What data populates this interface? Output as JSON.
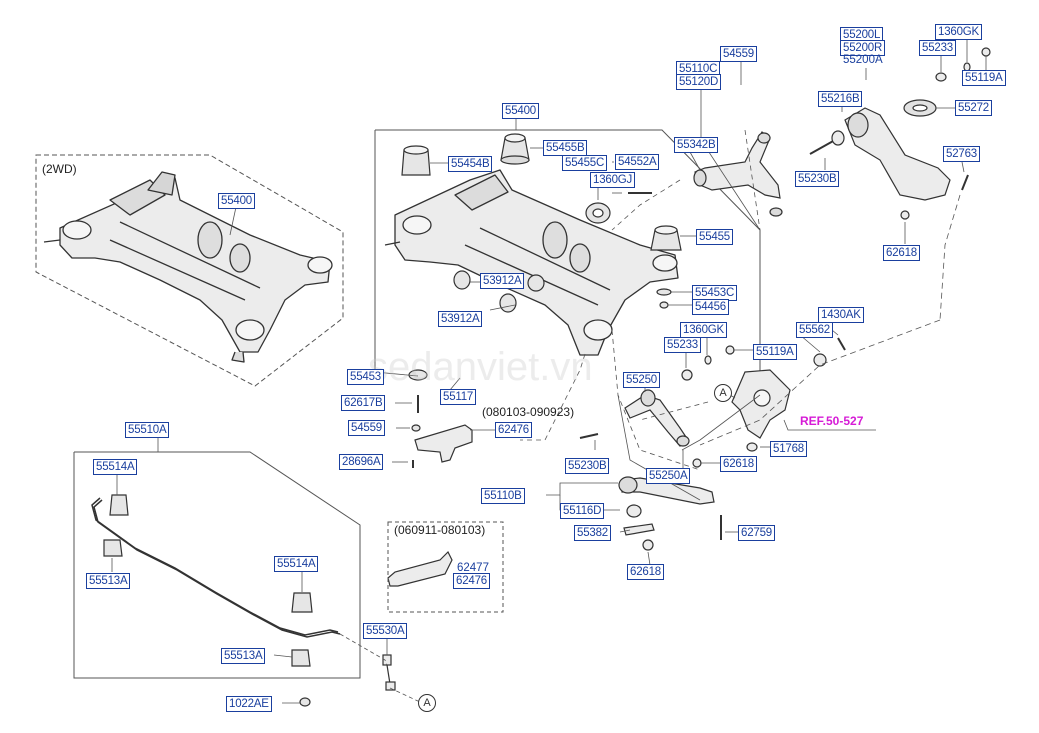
{
  "watermark": "sedanviet.vn",
  "notes": {
    "twowd": "(2WD)",
    "date_a": "(080103-090923)",
    "date_b": "(060911-080103)",
    "ref": "REF.50-527",
    "circle_a": "A"
  },
  "labels": {
    "l55400_main": "55400",
    "l55400_2wd": "55400",
    "l55454B": "55454B",
    "l55455B": "55455B",
    "l55455C": "55455C",
    "l54552A": "54552A",
    "l1360GJ": "1360GJ",
    "l55455": "55455",
    "l53912A_a": "53912A",
    "l53912A_b": "53912A",
    "l55453C": "55453C",
    "l54456": "54456",
    "l55453": "55453",
    "l55117": "55117",
    "l62617B": "62617B",
    "l54559_a": "54559",
    "l62476_a": "62476",
    "l28696A": "28696A",
    "l55110C": "55110C",
    "l55120D": "55120D",
    "l54559_top": "54559",
    "l55342B": "55342B",
    "l55200L": "55200L",
    "l55200R": "55200R",
    "l55200A": "55200A",
    "l1360GK_top": "1360GK",
    "l55233_top": "55233",
    "l55119A_top": "55119A",
    "l55216B": "55216B",
    "l55272": "55272",
    "l55230B_top": "55230B",
    "l52763": "52763",
    "l62618_top": "62618",
    "l1430AK": "1430AK",
    "l55562": "55562",
    "l1360GK_mid": "1360GK",
    "l55233_mid": "55233",
    "l55119A_mid": "55119A",
    "l55250": "55250",
    "l55230B_mid": "55230B",
    "l55250A": "55250A",
    "l62618_mid": "62618",
    "l51768": "51768",
    "l55110B": "55110B",
    "l55116D": "55116D",
    "l55382": "55382",
    "l62759": "62759",
    "l62618_bot": "62618",
    "l55510A": "55510A",
    "l55514A_a": "55514A",
    "l55513A_a": "55513A",
    "l55514A_b": "55514A",
    "l55513A_b": "55513A",
    "l55530A": "55530A",
    "l1022AE": "1022AE",
    "l62477": "62477",
    "l62476_b": "62476"
  }
}
